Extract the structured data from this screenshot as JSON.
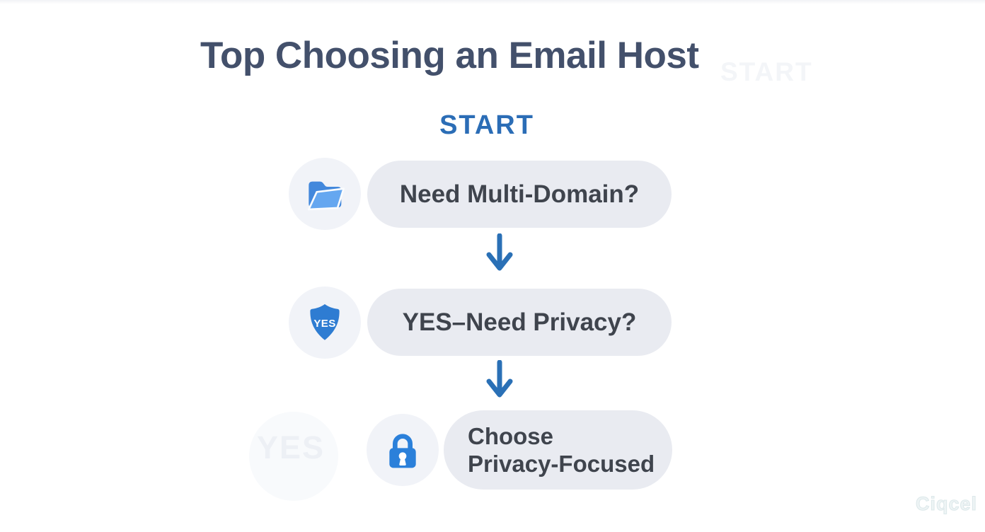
{
  "header": {
    "title": "Top Choosing an Email Host",
    "start_label": "START"
  },
  "flow": {
    "nodes": [
      {
        "icon": "folder-open-icon",
        "label": "Need Multi-Domain?"
      },
      {
        "icon": "shield-yes-icon",
        "badge": "YES",
        "label": "YES–Need Privacy?"
      },
      {
        "icon": "lock-icon",
        "label_line1": "Choose",
        "label_line2": "Privacy-Focused"
      }
    ]
  },
  "watermarks": {
    "top_right": "START",
    "bottom_left": "YES",
    "logo": "Ciqcel"
  },
  "colors": {
    "title": "#43506b",
    "accent_blue": "#2b6db6",
    "arrow_blue": "#2a70b6",
    "pill_bg": "#e9ebf1",
    "circle_bg": "#f1f3f8",
    "node_text": "#3f444d",
    "icon_blue": "#2b80da",
    "folder_back_blue": "#4388dc",
    "folder_front_blue": "#65a7f0",
    "shield_blue": "#2e7cd2"
  }
}
